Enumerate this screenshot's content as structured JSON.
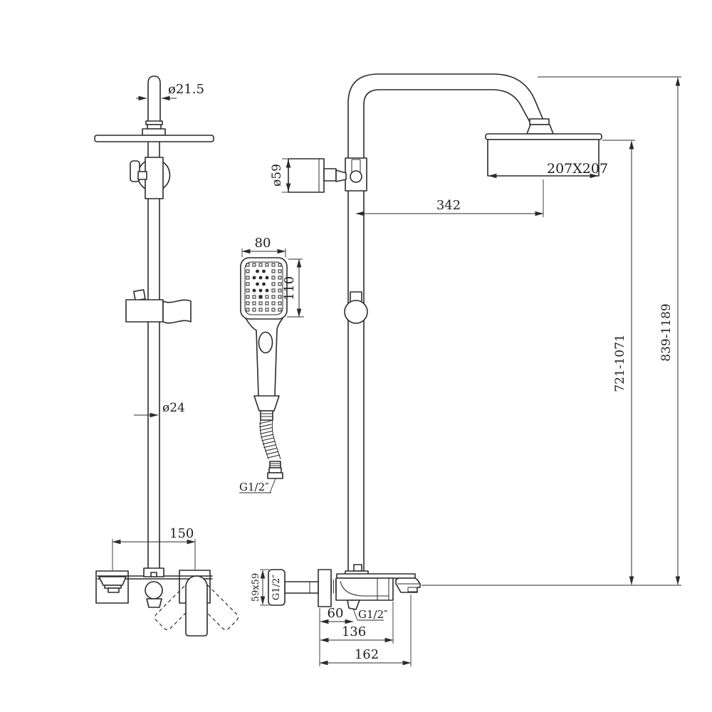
{
  "drawing": {
    "kind": "technical line drawing",
    "subject": "shower column with rain head, hand shower and wall mixer - dimensioned views",
    "colors": {
      "line": "#2b2b2b",
      "background": "#ffffff",
      "text": "#1e1e1e"
    }
  },
  "dims": {
    "top_tube_diameter": "ø21.5",
    "rain_head_size": "207X207",
    "arm_reach": "342",
    "bracket_diameter": "ø59",
    "hand_shower_width": "80",
    "hand_shower_height": "110",
    "pipe_diameter": "ø24",
    "hose_thread": "G1/2″",
    "overall_height_range": "839-1189",
    "head_height_range": "721-1071",
    "spout_handle_centers": "150",
    "flange_size": "59x59",
    "flange_thread": "G1/2″",
    "outlet_offset": "60",
    "outlet_thread": "G1/2″",
    "body_depth": "136",
    "overall_depth": "162"
  }
}
